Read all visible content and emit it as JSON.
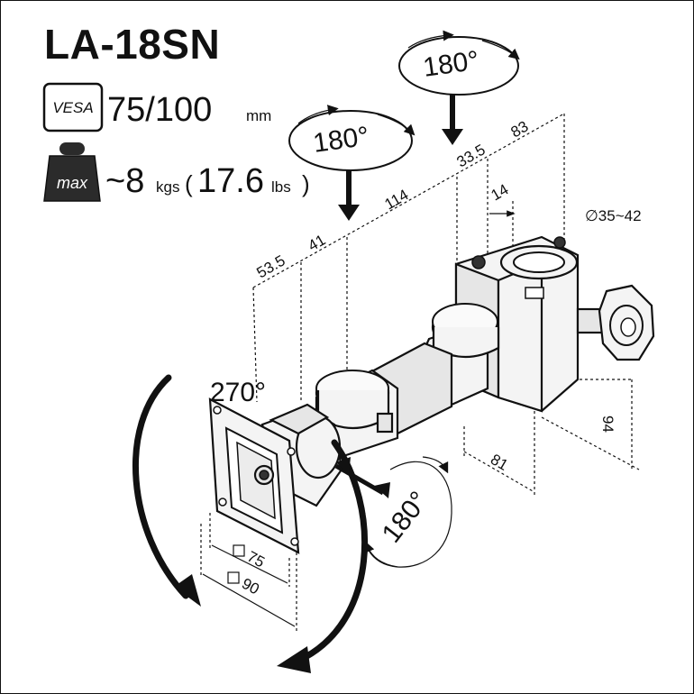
{
  "model": "LA-18SN",
  "vesa": {
    "badge": "VESA",
    "value": "75/100",
    "unit": "mm"
  },
  "weight": {
    "badge": "max",
    "value": "~8",
    "unit": "kgs",
    "open_paren": "(",
    "value_lbs": "17.6",
    "unit_lbs": "lbs",
    "close_paren": ")"
  },
  "rotations": {
    "top_right": "180°",
    "top_left": "180°",
    "side": "180°",
    "plate": "270°"
  },
  "dimensions": {
    "d83": "83",
    "d33_5": "33.5",
    "d114": "114",
    "d14": "14",
    "d41": "41",
    "d53_5": "53.5",
    "clamp": "∅35~42",
    "d94": "94",
    "d81": "81",
    "sq75": "75",
    "sq90": "90"
  },
  "colors": {
    "ink": "#111111",
    "badge_fill": "#2b2b2b",
    "paper": "#ffffff"
  }
}
